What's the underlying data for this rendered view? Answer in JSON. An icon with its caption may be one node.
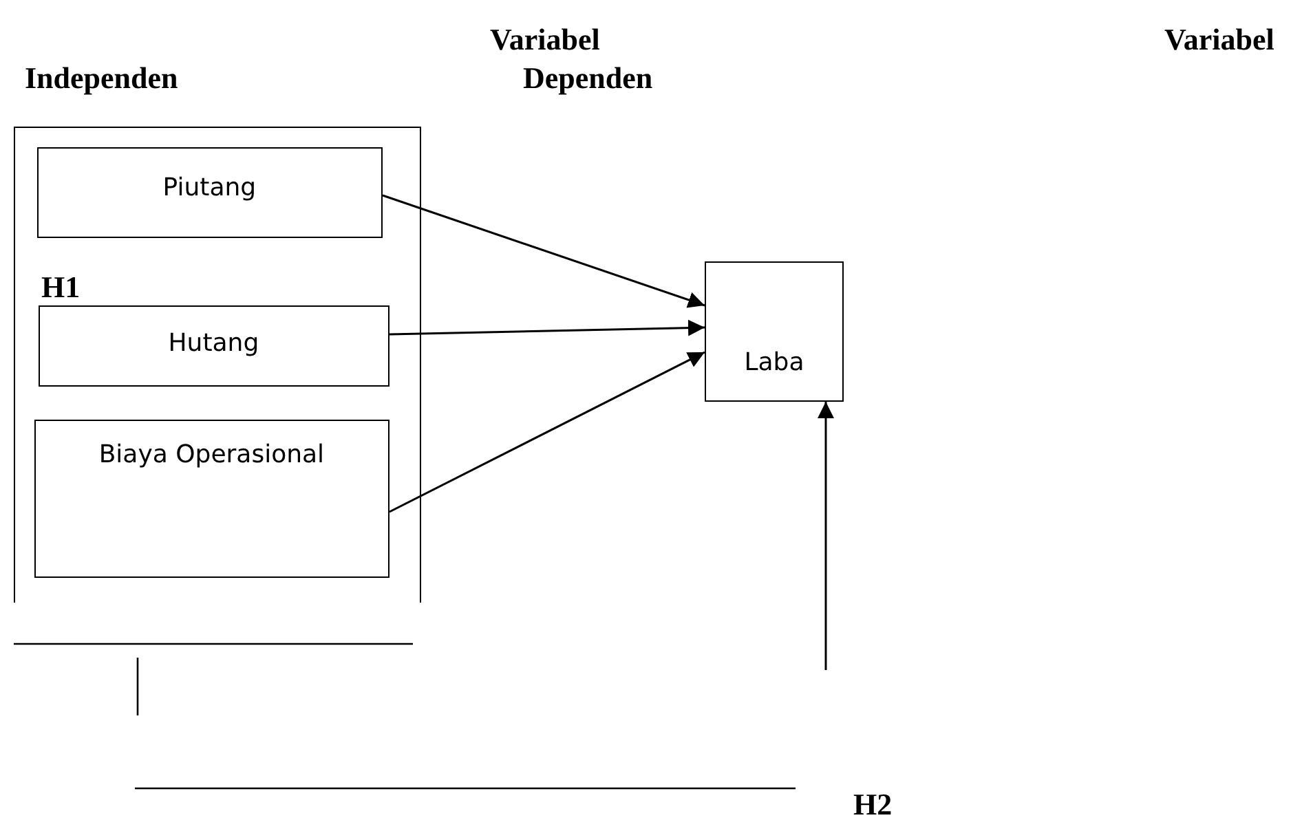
{
  "diagram": {
    "nodes": [
      {
        "text": [],
        "shape": "box"
      },
      {
        "text": [
          "Piutang"
        ],
        "in": 0
      },
      {
        "text": [
          "Hutang"
        ],
        "in": 0
      },
      {
        "text": [
          "Biaya Operasional"
        ],
        "in": 0
      },
      {
        "text": [
          "Laba"
        ]
      }
    ],
    "edges": [
      {
        "from": 1,
        "to": 4,
        "arrow": "to"
      },
      {
        "from": 2,
        "to": 4,
        "arrow": "to"
      },
      {
        "from": 3,
        "to": 4,
        "arrow": "to"
      },
      {
        "from": null,
        "to": 4,
        "arrow": "to"
      }
    ],
    "labels": [
      "Variabel",
      "Variabel",
      "Independen",
      "Dependen",
      "H1",
      "H2"
    ]
  }
}
